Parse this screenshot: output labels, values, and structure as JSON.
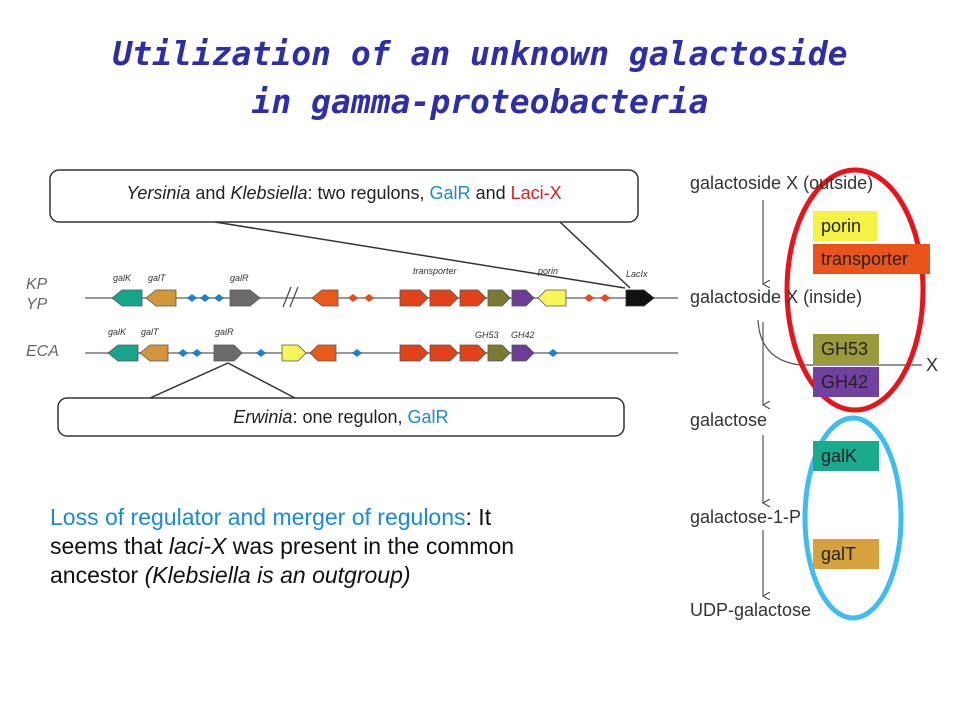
{
  "title": {
    "line1": "Utilization of an unknown galactoside",
    "line2": "in gamma-proteobacteria"
  },
  "callout_top": {
    "genus1": "Yersinia",
    "and1": " and ",
    "genus2": "Klebsiella",
    "rest": ": two regulons, ",
    "reg1": "GalR",
    "and2": " and ",
    "reg2": "Laci-X"
  },
  "callout_bottom": {
    "genus": "Erwinia",
    "rest": ": one regulon, ",
    "reg": "GalR"
  },
  "organisms": {
    "kp": "KP",
    "yp": "YP",
    "eca": "ECA"
  },
  "gene_labels": {
    "row1": {
      "galK": "galK",
      "galT": "galT",
      "galR": "galR",
      "transporter": "transporter",
      "porin": "porin",
      "lacix": "LacIx"
    },
    "row2": {
      "galK": "galK",
      "galT": "galT",
      "galR": "galR",
      "gh53": "GH53",
      "gh42": "GH42"
    }
  },
  "pathway": {
    "outside": "galactoside X (outside)",
    "inside": "galactoside X (inside)",
    "galactose": "galactose",
    "gal1p": "galactose-1-P",
    "udp": "UDP-galactose",
    "x": "X",
    "boxes": {
      "porin": "porin",
      "transporter": "transporter",
      "gh53": "GH53",
      "gh42": "GH42",
      "galk": "galK",
      "galt": "galT"
    }
  },
  "bottom": {
    "blue_part": "Loss of regulator and merger of regulons",
    "p1": ": It seems that ",
    "lacix": "laci-X",
    "p2": " was present in the common ancestor ",
    "paren": "(Klebsiella is an outgroup)"
  },
  "colors": {
    "title": "#2e2ea8",
    "blue_text": "#1a8ad4",
    "red_text": "#e21e1e",
    "red_ellipse": "#e8141c",
    "blue_ellipse": "#3fbdf0"
  }
}
